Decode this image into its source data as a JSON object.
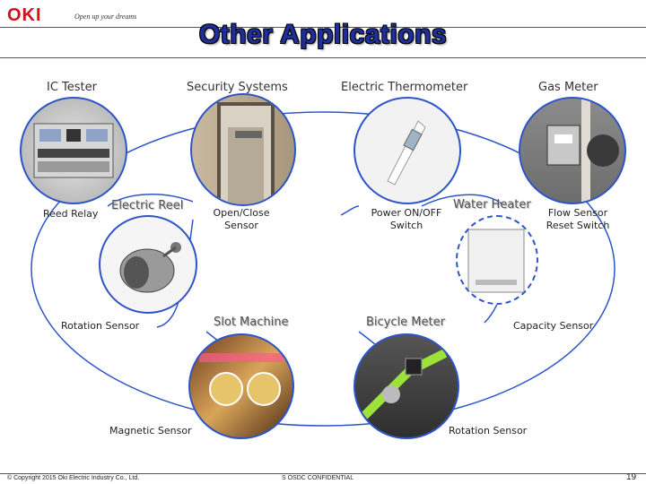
{
  "header": {
    "logo": "OKI",
    "tagline": "Open up your dreams",
    "title": "Other Applications"
  },
  "row1": {
    "ic_tester": "IC Tester",
    "security_systems": "Security Systems",
    "electric_thermometer": "Electric Thermometer",
    "gas_meter": "Gas Meter"
  },
  "row2": {
    "reed_relay": "Reed Relay",
    "electric_reel": "Electric Reel",
    "open_close_1": "Open/Close",
    "open_close_2": "Sensor",
    "power_1": "Power ON/OFF",
    "power_2": "Switch",
    "water_heater": "Water Heater",
    "flow_1": "Flow Sensor",
    "flow_2": "Reset Switch"
  },
  "row3": {
    "rotation_sensor_left": "Rotation Sensor",
    "slot_machine": "Slot Machine",
    "bicycle_meter": "Bicycle Meter",
    "capacity_sensor": "Capacity Sensor"
  },
  "row4": {
    "magnetic_sensor": "Magnetic Sensor",
    "rotation_sensor_right": "Rotation Sensor"
  },
  "footer": {
    "copyright": "© Copyright 2015 Oki Electric Industry Co., Ltd.",
    "confidential": "S OSDC CONFIDENTIAL",
    "page": "19"
  },
  "colors": {
    "accent": "#2d55c8",
    "title": "#1e2f9c",
    "logo": "#d0121b"
  }
}
